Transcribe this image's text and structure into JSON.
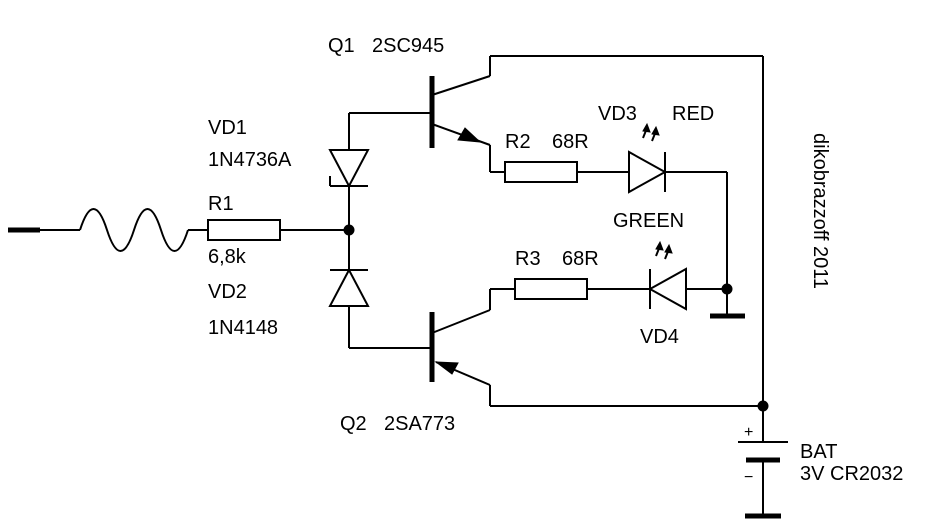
{
  "components": {
    "q1": {
      "ref": "Q1",
      "part": "2SC945"
    },
    "q2": {
      "ref": "Q2",
      "part": "2SA773"
    },
    "vd1": {
      "ref": "VD1",
      "part": "1N4736A"
    },
    "vd2": {
      "ref": "VD2",
      "part": "1N4148"
    },
    "vd3": {
      "ref": "VD3",
      "color": "RED"
    },
    "vd4": {
      "ref": "VD4",
      "color": "GREEN"
    },
    "r1": {
      "ref": "R1",
      "value": "6,8k"
    },
    "r2": {
      "ref": "R2",
      "value": "68R"
    },
    "r3": {
      "ref": "R3",
      "value": "68R"
    },
    "bat": {
      "ref": "BAT",
      "part": "3V CR2032",
      "plus": "+",
      "minus": "−"
    }
  },
  "credit": "dikobrazzoff 2011"
}
